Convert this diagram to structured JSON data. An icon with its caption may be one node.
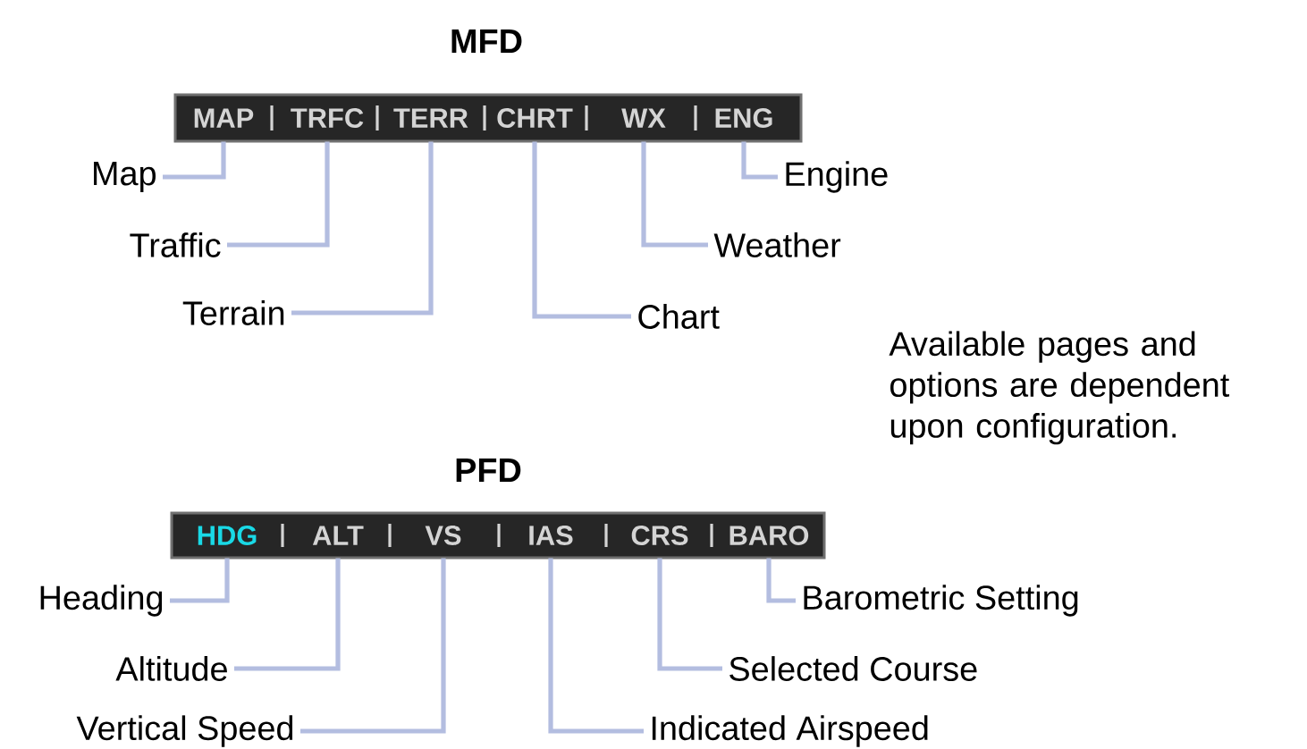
{
  "diagram": {
    "nodes": [
      {
        "text": [
          "MFD"
        ]
      },
      {
        "text": [
          "MAP"
        ],
        "in": 0
      },
      {
        "text": [
          "TRFC"
        ],
        "in": 0
      },
      {
        "text": [
          "TERR"
        ],
        "in": 0
      },
      {
        "text": [
          "CHRT"
        ],
        "in": 0
      },
      {
        "text": [
          "WX"
        ],
        "in": 0
      },
      {
        "text": [
          "ENG"
        ],
        "in": 0
      },
      {
        "text": [
          "Map"
        ]
      },
      {
        "text": [
          "Traffic"
        ]
      },
      {
        "text": [
          "Terrain"
        ]
      },
      {
        "text": [
          "Chart"
        ]
      },
      {
        "text": [
          "Weather"
        ]
      },
      {
        "text": [
          "Engine"
        ]
      },
      {
        "text": [
          "PFD"
        ]
      },
      {
        "text": [
          "HDG"
        ],
        "in": 13
      },
      {
        "text": [
          "ALT"
        ],
        "in": 13
      },
      {
        "text": [
          "VS"
        ],
        "in": 13
      },
      {
        "text": [
          "IAS"
        ],
        "in": 13
      },
      {
        "text": [
          "CRS"
        ],
        "in": 13
      },
      {
        "text": [
          "BARO"
        ],
        "in": 13
      },
      {
        "text": [
          "Heading"
        ]
      },
      {
        "text": [
          "Altitude"
        ]
      },
      {
        "text": [
          "Vertical Speed"
        ]
      },
      {
        "text": [
          "Indicated Airspeed"
        ]
      },
      {
        "text": [
          "Selected Course"
        ]
      },
      {
        "text": [
          "Barometric Setting"
        ]
      }
    ],
    "edges": [
      {
        "from": 7,
        "to": 1,
        "arrow": "none"
      },
      {
        "from": 8,
        "to": 2,
        "arrow": "none"
      },
      {
        "from": 9,
        "to": 3,
        "arrow": "none"
      },
      {
        "from": 10,
        "to": 4,
        "arrow": "none"
      },
      {
        "from": 11,
        "to": 5,
        "arrow": "none"
      },
      {
        "from": 12,
        "to": 6,
        "arrow": "none"
      },
      {
        "from": 20,
        "to": 14,
        "arrow": "none"
      },
      {
        "from": 21,
        "to": 15,
        "arrow": "none"
      },
      {
        "from": 22,
        "to": 16,
        "arrow": "none"
      },
      {
        "from": 23,
        "to": 17,
        "arrow": "none"
      },
      {
        "from": 24,
        "to": 18,
        "arrow": "none"
      },
      {
        "from": 25,
        "to": 19,
        "arrow": "none"
      }
    ],
    "labels": [
      "Available pages and options are dependent upon configuration."
    ]
  }
}
